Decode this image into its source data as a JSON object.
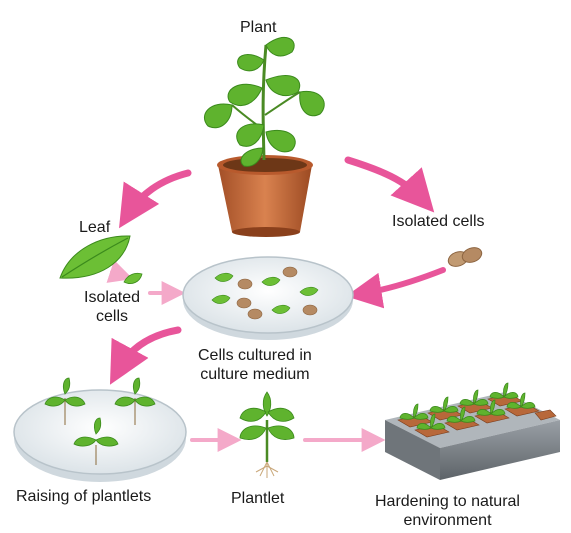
{
  "labels": {
    "plant": "Plant",
    "leaf": "Leaf",
    "isolated_cells_right": "Isolated cells",
    "isolated_cells_left_1": "Isolated",
    "isolated_cells_left_2": "cells",
    "cultured_1": "Cells cultured in",
    "cultured_2": "culture medium",
    "raising": "Raising of plantlets",
    "plantlet": "Plantlet",
    "hardening_1": "Hardening to natural",
    "hardening_2": "environment"
  },
  "colors": {
    "arrow": "#e8559a",
    "arrow_light": "#f4a9c9",
    "leaf": "#5fb32e",
    "leaf_dark": "#3b8a1c",
    "pot": "#c8683a",
    "soil": "#8a4a22",
    "seed": "#b58a63",
    "dish": "#e9eef1"
  },
  "icons": [
    "potted-plant",
    "leaf",
    "seed-cells",
    "petri-dish",
    "plantlet",
    "seedling-tray"
  ]
}
